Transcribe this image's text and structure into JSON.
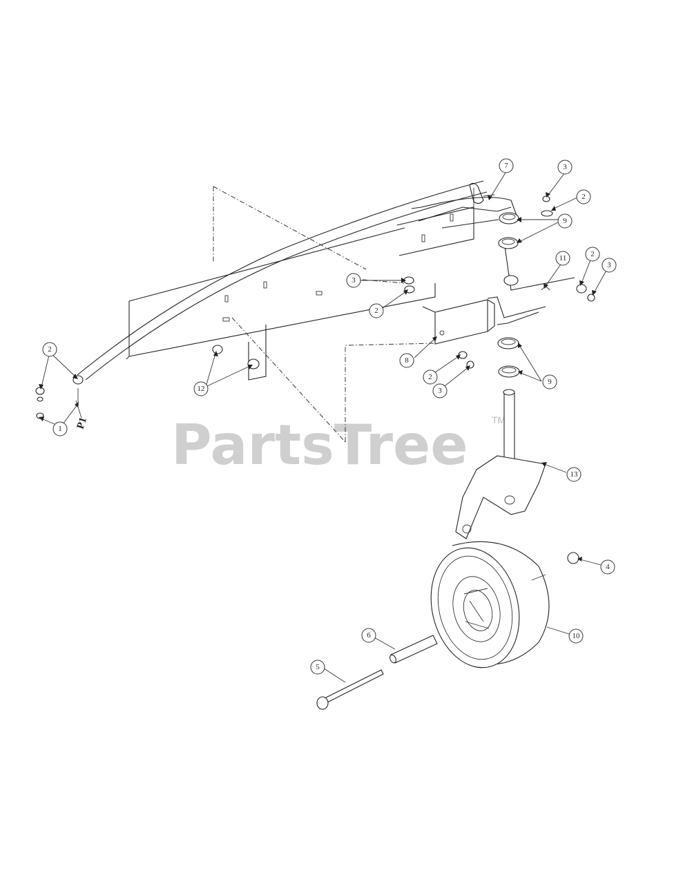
{
  "watermark": {
    "text": "PartsTree",
    "trademark": "TM"
  },
  "reference_label": "P1",
  "callouts": [
    {
      "id": "c1",
      "label": "7"
    },
    {
      "id": "c2",
      "label": "3"
    },
    {
      "id": "c3",
      "label": "2"
    },
    {
      "id": "c4",
      "label": "9"
    },
    {
      "id": "c5",
      "label": "11"
    },
    {
      "id": "c6",
      "label": "2"
    },
    {
      "id": "c7",
      "label": "3"
    },
    {
      "id": "c8",
      "label": "3"
    },
    {
      "id": "c9",
      "label": "2"
    },
    {
      "id": "c10",
      "label": "8"
    },
    {
      "id": "c11",
      "label": "2"
    },
    {
      "id": "c12",
      "label": "3"
    },
    {
      "id": "c13",
      "label": "9"
    },
    {
      "id": "c14",
      "label": "2"
    },
    {
      "id": "c15",
      "label": "12"
    },
    {
      "id": "c16",
      "label": "1"
    },
    {
      "id": "c17",
      "label": "13"
    },
    {
      "id": "c18",
      "label": "4"
    },
    {
      "id": "c19",
      "label": "10"
    },
    {
      "id": "c20",
      "label": "6"
    },
    {
      "id": "c21",
      "label": "5"
    }
  ]
}
